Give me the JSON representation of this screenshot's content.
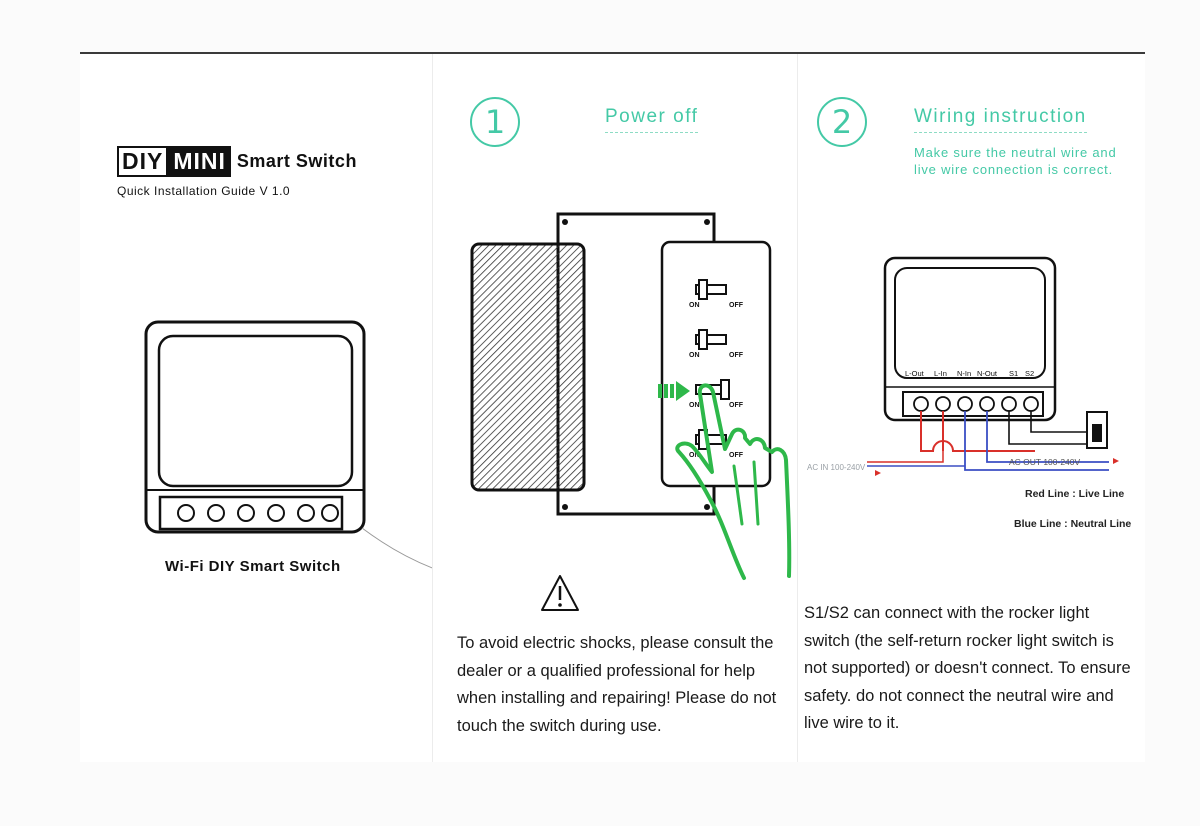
{
  "brand": {
    "diy": "DIY",
    "mini": "MINI",
    "product": "Smart Switch",
    "guide": "Quick Installation Guide V 1.0"
  },
  "device_label": "Wi-Fi DIY Smart Switch",
  "step1": {
    "number": "1",
    "title": "Power off",
    "switch_on": "ON",
    "switch_off": "OFF",
    "warning": "To avoid electric shocks, please consult the dealer or a qualified professional for help when installing and repairing! Please do not touch the switch during use."
  },
  "step2": {
    "number": "2",
    "title": "Wiring instruction",
    "note": "Make sure the neutral wire and live wire connection is correct.",
    "terminals": [
      "L-Out",
      "L-In",
      "N-In",
      "N-Out",
      "S1",
      "S2"
    ],
    "ac_in": "AC IN 100-240V",
    "ac_out": "AC OUT 100-240V",
    "red_line": "Red Line : Live Line",
    "blue_line": "Blue Line : Neutral Line",
    "s1s2_text": "S1/S2 can connect with the rocker light switch (the self-return rocker light switch is not supported) or doesn't connect. To ensure safety. do not connect the neutral wire and live wire to it."
  },
  "colors": {
    "accent": "#44c9a6",
    "live": "#d9302a",
    "neutral": "#3b4fc4",
    "hand": "#2eb84a"
  }
}
